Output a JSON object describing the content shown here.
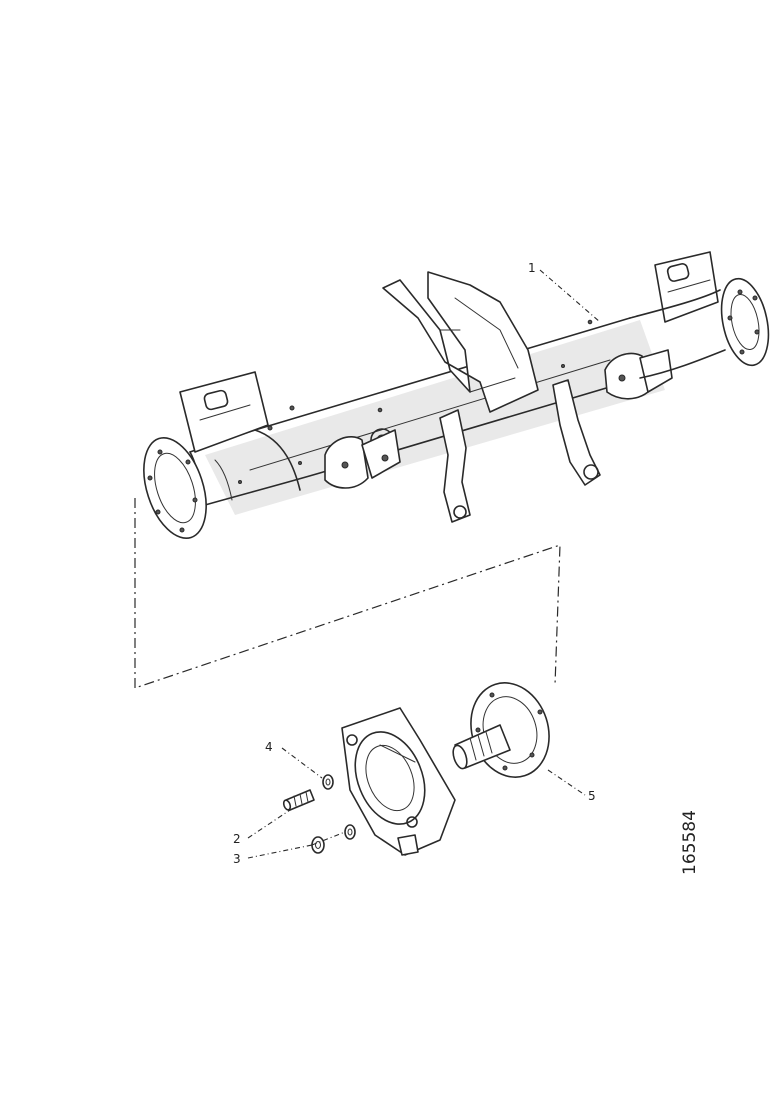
{
  "diagram": {
    "labels": {
      "part_1": "1",
      "part_2": "2",
      "part_3": "3",
      "part_4": "4",
      "part_5": "5"
    },
    "figure_number": "165584"
  }
}
